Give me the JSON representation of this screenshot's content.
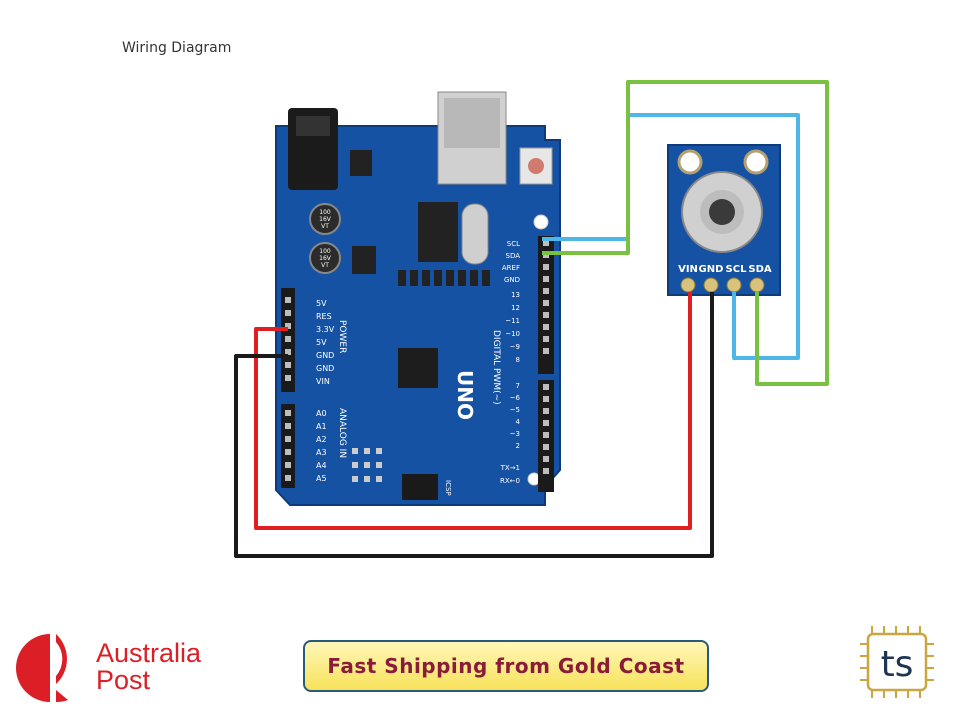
{
  "title": "Wiring Diagram",
  "arduino": {
    "brand": "UNO",
    "power_header_label": "POWER",
    "power_pins": [
      "5V",
      "RES",
      "3.3V",
      "5V",
      "GND",
      "GND",
      "VIN"
    ],
    "analog_label": "ANALOG IN",
    "analog_pins": [
      "A0",
      "A1",
      "A2",
      "A3",
      "A4",
      "A5"
    ],
    "digital_label": "DIGITAL PWM(~)",
    "digital_top": [
      "SCL",
      "SDA",
      "AREF",
      "GND"
    ],
    "digital_pins": [
      "13",
      "12",
      "~11",
      "~10",
      "~9",
      "8",
      "7",
      "~6",
      "~5",
      "4",
      "~3",
      "2",
      "TX→1",
      "RX←0"
    ],
    "cap_label_1": "100\n16V\nVT",
    "cap_label_2": "100\n16V\nVT",
    "icsp_label": "ICSP"
  },
  "sensor": {
    "pins": [
      "VIN",
      "GND",
      "SCL",
      "SDA"
    ]
  },
  "wires": {
    "vin_color": "#e02020",
    "gnd_color": "#1a1a1a",
    "scl_color": "#4db8e8",
    "sda_color": "#7ac142"
  },
  "footer": {
    "courier_line1": "Australia",
    "courier_line2": "Post",
    "banner": "Fast  Shipping from Gold Coast",
    "seller_logo": "ts",
    "courier_color": "#dc1f26"
  }
}
